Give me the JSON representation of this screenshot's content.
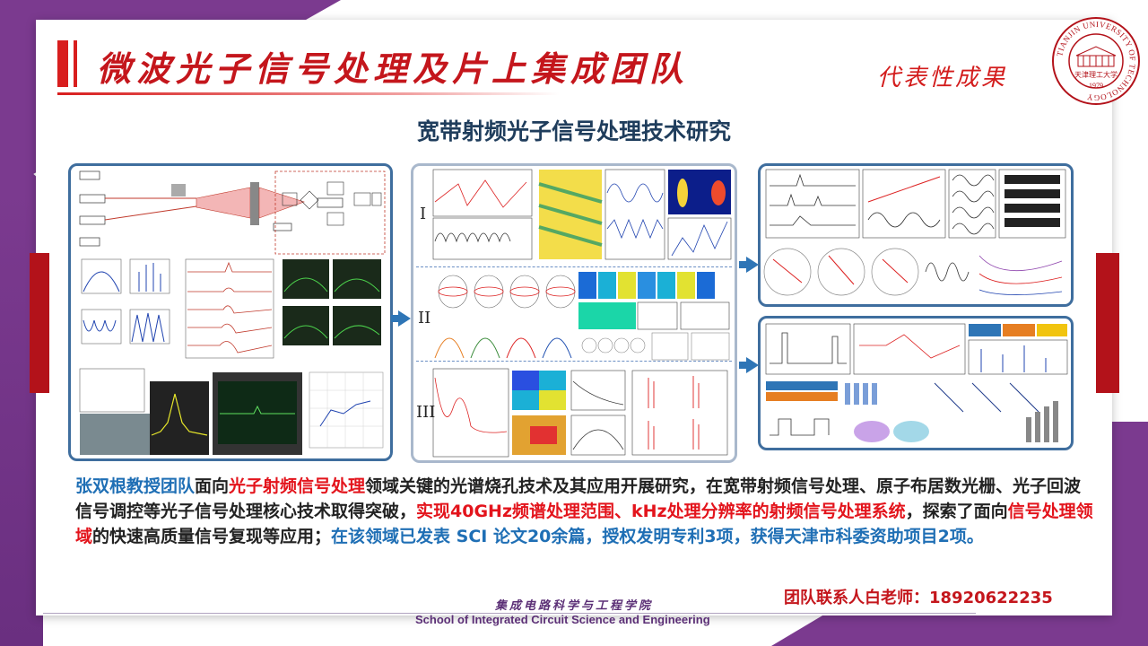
{
  "header": {
    "title": "微波光子信号处理及片上集成团队",
    "badge": "代表性成果"
  },
  "logo": {
    "ring_text": "TIANJIN UNIVERSITY OF TECHNOLOGY",
    "name": "天津理工大学",
    "year": "1979"
  },
  "section": {
    "title": "宽带射频光子信号处理技术研究"
  },
  "panels": {
    "middle_labels": [
      "I",
      "II",
      "III"
    ]
  },
  "body": {
    "p1": "张双根教授团队",
    "p2": "面向",
    "p3": "光子射频信号处理",
    "p4": "领域关键的光谱烧孔技术及其应用开展研究，在宽带射频信号处理、原子布居数光栅、光子回波信号调控等光子信号处理核心技术取得突破，",
    "p5": "实现40GHz频谱处理范围、kHz处理分辨率的射频信号处理系统",
    "p6": "，探索了面向",
    "p7": "信号处理领域",
    "p8": "的快速高质量信号复现等应用；",
    "p9": "在该领域已发表 SCI 论文20余篇，授权发明专利3项，获得天津市科委资助项目2项。"
  },
  "footer": {
    "contact": "团队联系人白老师：18920622235",
    "school_cn": "集成电路科学与工程学院",
    "school_en": "School of Integrated Circuit Science and Engineering"
  },
  "colors": {
    "brand_purple": "#7b3a8f",
    "title_red": "#c4161c",
    "panel_blue": "#3f6e9e",
    "highlight_blue": "#1f6fb5",
    "highlight_red": "#e3141c"
  }
}
